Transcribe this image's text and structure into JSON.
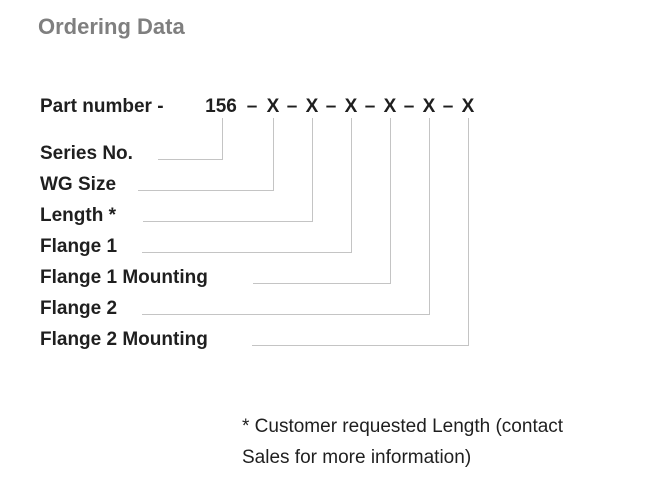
{
  "title": "Ordering Data",
  "part_number": {
    "prefix": "Part number -",
    "series_value": "156",
    "dash": "–",
    "x": "X"
  },
  "rows": [
    {
      "label": "Series No."
    },
    {
      "label": "WG Size"
    },
    {
      "label": "Length *"
    },
    {
      "label": "Flange 1"
    },
    {
      "label": "Flange 1 Mounting"
    },
    {
      "label": "Flange 2"
    },
    {
      "label": "Flange 2 Mounting"
    }
  ],
  "footnote": {
    "line1": "* Customer requested Length (contact",
    "line2": "Sales for more information)"
  },
  "colors": {
    "background": "#ffffff",
    "title_text": "#7f7f7f",
    "body_text": "#1f1f1f",
    "connector_line": "#c4c4c4"
  }
}
